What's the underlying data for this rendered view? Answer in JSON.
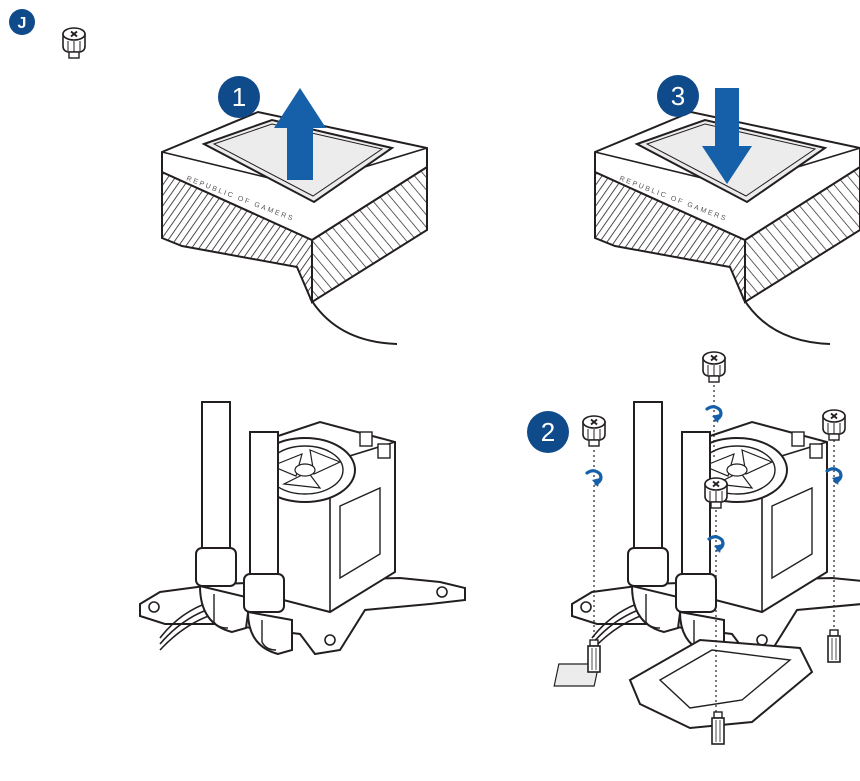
{
  "section_letter": "J",
  "steps": [
    "1",
    "2",
    "3"
  ],
  "cover_lettering": "REPUBLIC OF GAMERS",
  "colors": {
    "step_badge": "#0f4a8a",
    "arrow": "#1560a8",
    "line": "#231f20",
    "panel_fill": "#ececec"
  },
  "icons": [
    "thumbscrew-icon",
    "arrow-up-icon",
    "arrow-down-icon",
    "turn-arrow-icon"
  ]
}
